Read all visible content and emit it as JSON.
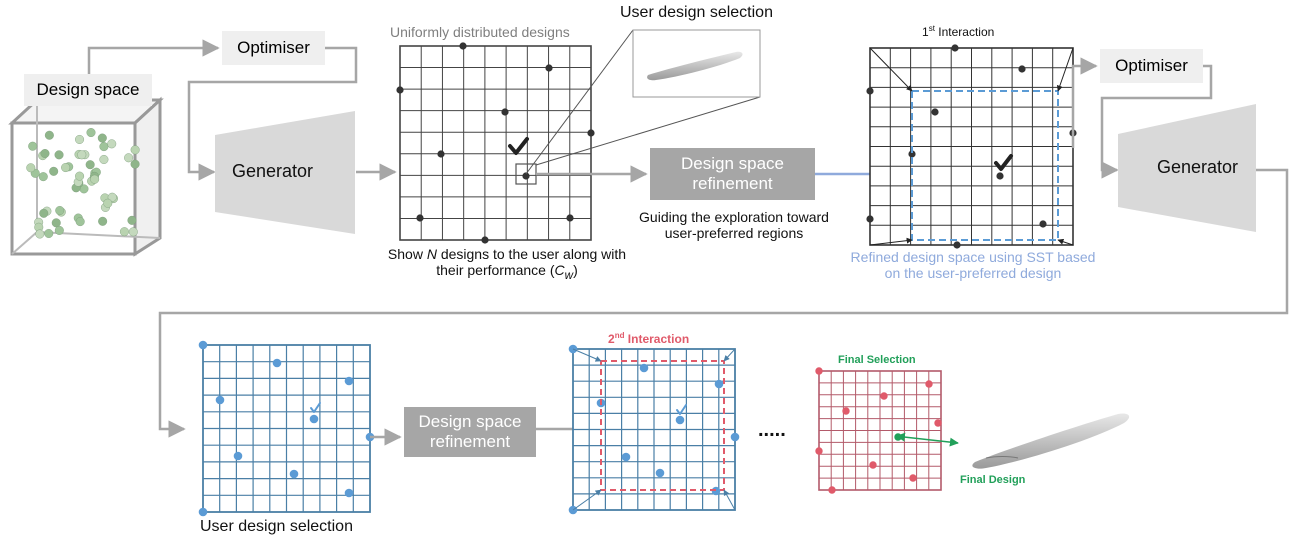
{
  "labels": {
    "design_space": "Design space",
    "optimiser_1": "Optimiser",
    "generator_1": "Generator",
    "uniform_title": "Uniformly distributed designs",
    "user_selection_top": "User design selection",
    "refinement_1": "Design space\nrefinement",
    "guiding": "Guiding the exploration toward\nuser-preferred regions",
    "show_n_line1": "Show N designs to the user along with",
    "show_n_line2": "their performance (Cw)",
    "first_interaction": "1st Interaction",
    "optimiser_2": "Optimiser",
    "generator_2": "Generator",
    "refined_caption": "Refined design space using SST based\non the user-preferred design",
    "refinement_2": "Design space\nrefinement",
    "second_interaction": "2nd Interaction",
    "ellipsis": ".....",
    "final_selection": "Final Selection",
    "final_design": "Final Design",
    "user_selection_bottom": "User design selection"
  },
  "colors": {
    "box_fill": "#efefef",
    "refine_fill": "#a6a6a6",
    "generator_fill": "#d9d9d9",
    "arrow": "#a6a6a6",
    "grid_black": "#222222",
    "grid_blue": "#4a7fa6",
    "point_blue": "#5b9bd5",
    "refine_blue": "#8faadc",
    "interaction_red": "#e05a6a",
    "grid_red": "#b35a6a",
    "final_green": "#22a05a",
    "text_grey": "#7f7f7f"
  },
  "icons": [
    "checkmark-icon",
    "aircraft-shape-icon",
    "cube-design-space-icon"
  ]
}
